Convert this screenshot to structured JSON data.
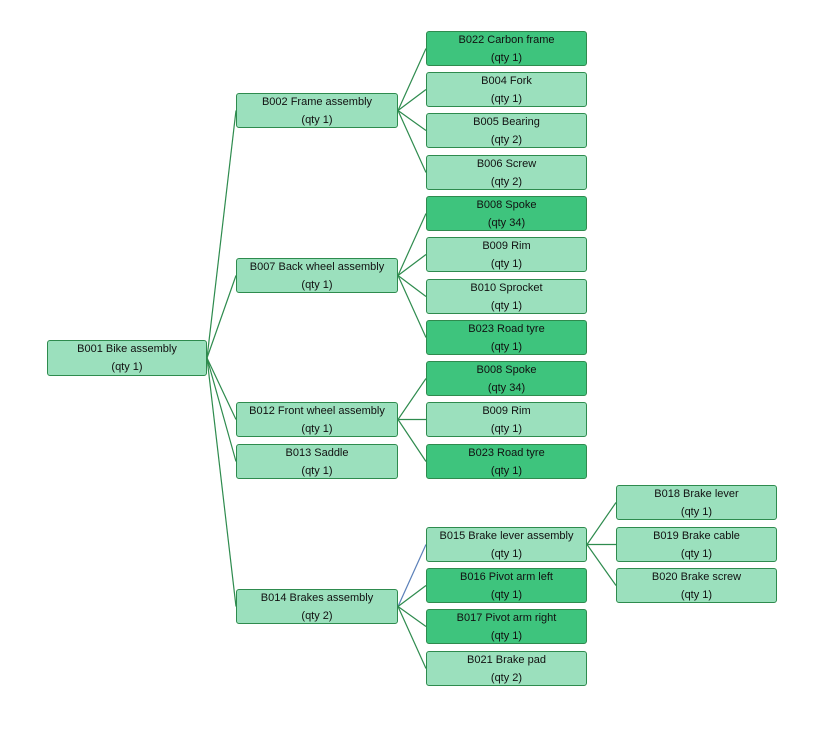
{
  "nodes": [
    {
      "id": "B001",
      "name": "B001 Bike assembly",
      "qty": "(qty 1)",
      "shade": "light"
    },
    {
      "id": "B002",
      "name": "B002 Frame assembly",
      "qty": "(qty 1)",
      "shade": "light"
    },
    {
      "id": "B007",
      "name": "B007 Back wheel assembly",
      "qty": "(qty 1)",
      "shade": "light"
    },
    {
      "id": "B012",
      "name": "B012 Front wheel assembly",
      "qty": "(qty 1)",
      "shade": "light"
    },
    {
      "id": "B013",
      "name": "B013 Saddle",
      "qty": "(qty 1)",
      "shade": "light"
    },
    {
      "id": "B014",
      "name": "B014 Brakes assembly",
      "qty": "(qty 2)",
      "shade": "light"
    },
    {
      "id": "B022",
      "name": "B022 Carbon frame",
      "qty": "(qty 1)",
      "shade": "dark"
    },
    {
      "id": "B004",
      "name": "B004 Fork",
      "qty": "(qty 1)",
      "shade": "light"
    },
    {
      "id": "B005",
      "name": "B005 Bearing",
      "qty": "(qty 2)",
      "shade": "light"
    },
    {
      "id": "B006",
      "name": "B006 Screw",
      "qty": "(qty 2)",
      "shade": "light"
    },
    {
      "id": "B008a",
      "name": "B008 Spoke",
      "qty": "(qty 34)",
      "shade": "dark"
    },
    {
      "id": "B009a",
      "name": "B009 Rim",
      "qty": "(qty 1)",
      "shade": "light"
    },
    {
      "id": "B010",
      "name": "B010 Sprocket",
      "qty": "(qty 1)",
      "shade": "light"
    },
    {
      "id": "B023a",
      "name": "B023 Road tyre",
      "qty": "(qty 1)",
      "shade": "dark"
    },
    {
      "id": "B008b",
      "name": "B008 Spoke",
      "qty": "(qty 34)",
      "shade": "dark"
    },
    {
      "id": "B009b",
      "name": "B009 Rim",
      "qty": "(qty 1)",
      "shade": "light"
    },
    {
      "id": "B023b",
      "name": "B023 Road tyre",
      "qty": "(qty 1)",
      "shade": "dark"
    },
    {
      "id": "B015",
      "name": "B015 Brake lever assembly",
      "qty": "(qty 1)",
      "shade": "light"
    },
    {
      "id": "B016",
      "name": "B016 Pivot arm left",
      "qty": "(qty 1)",
      "shade": "dark"
    },
    {
      "id": "B017",
      "name": "B017 Pivot arm right",
      "qty": "(qty 1)",
      "shade": "dark"
    },
    {
      "id": "B021",
      "name": "B021 Brake pad",
      "qty": "(qty 2)",
      "shade": "light"
    },
    {
      "id": "B018",
      "name": "B018 Brake lever",
      "qty": "(qty 1)",
      "shade": "light"
    },
    {
      "id": "B019",
      "name": "B019 Brake cable",
      "qty": "(qty 1)",
      "shade": "light"
    },
    {
      "id": "B020",
      "name": "B020 Brake screw",
      "qty": "(qty 1)",
      "shade": "light"
    }
  ],
  "edges": [
    [
      "B001",
      "B002"
    ],
    [
      "B001",
      "B007"
    ],
    [
      "B001",
      "B012"
    ],
    [
      "B001",
      "B013"
    ],
    [
      "B001",
      "B014"
    ],
    [
      "B002",
      "B022"
    ],
    [
      "B002",
      "B004"
    ],
    [
      "B002",
      "B005"
    ],
    [
      "B002",
      "B006"
    ],
    [
      "B007",
      "B008a"
    ],
    [
      "B007",
      "B009a"
    ],
    [
      "B007",
      "B010"
    ],
    [
      "B007",
      "B023a"
    ],
    [
      "B012",
      "B008b"
    ],
    [
      "B012",
      "B009b"
    ],
    [
      "B012",
      "B023b"
    ],
    [
      "B014",
      "B015"
    ],
    [
      "B014",
      "B016"
    ],
    [
      "B014",
      "B017"
    ],
    [
      "B014",
      "B021"
    ],
    [
      "B015",
      "B018"
    ],
    [
      "B015",
      "B019"
    ],
    [
      "B015",
      "B020"
    ]
  ],
  "colors": {
    "light": "#9be0bd",
    "dark": "#3ec47d",
    "border": "#2e8b4e"
  }
}
